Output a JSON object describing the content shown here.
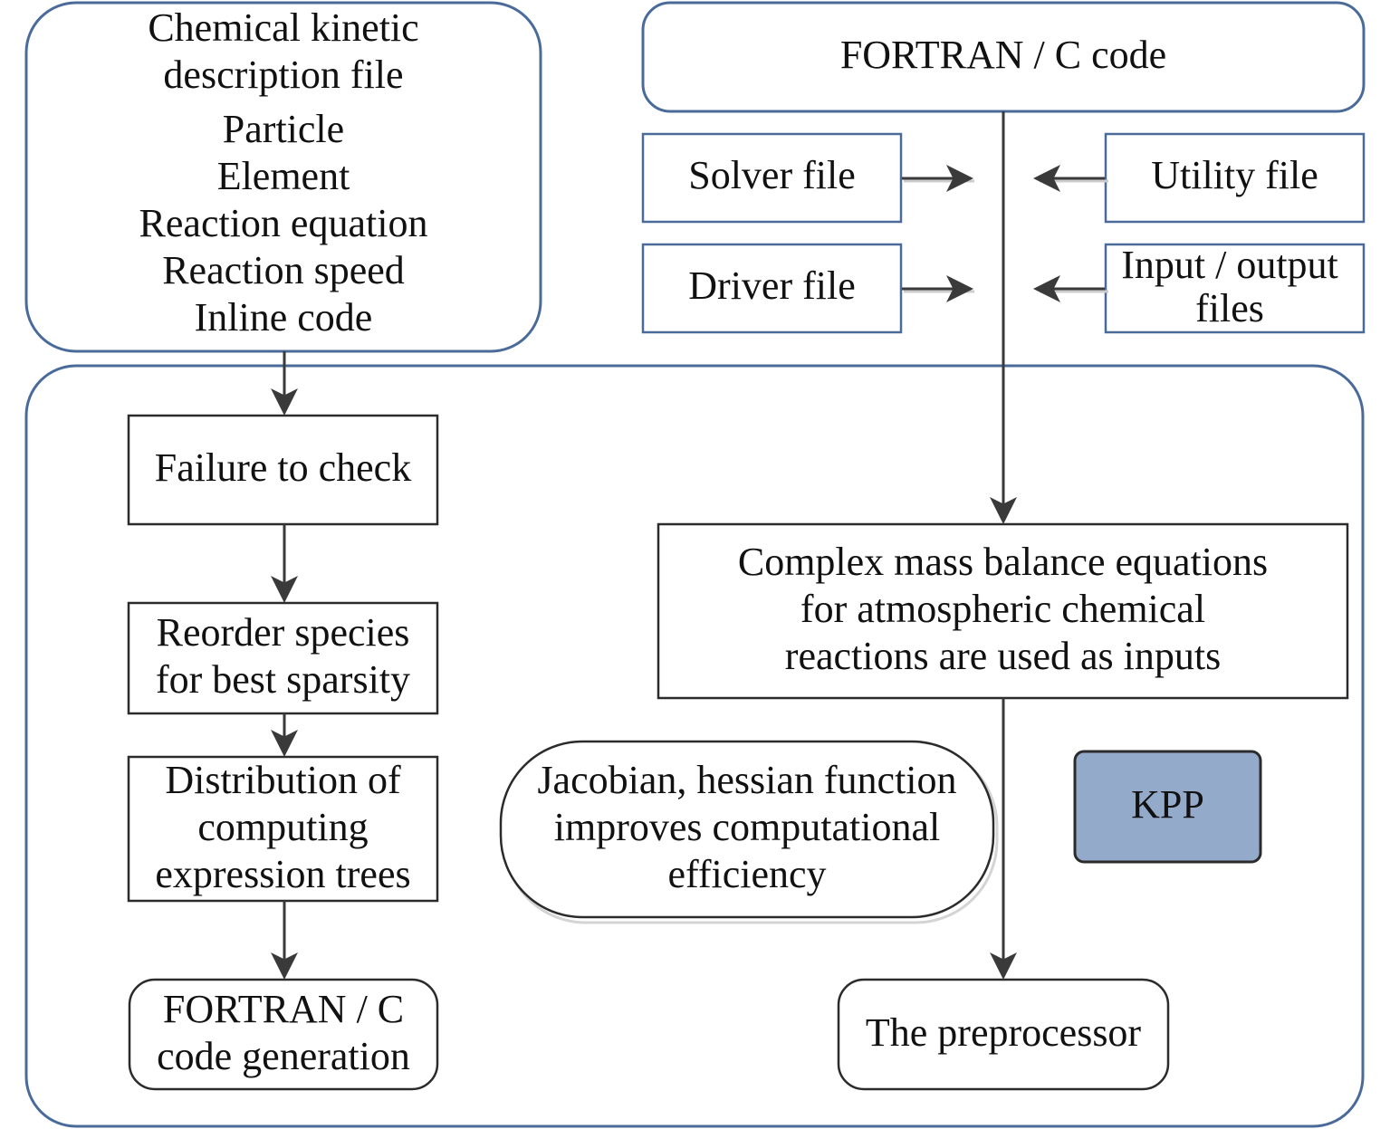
{
  "colors": {
    "container_stroke": "#4a6b9a",
    "box_stroke": "#2b2b2b",
    "arrow": "#3a3a3a",
    "kpp_fill": "#94aacb"
  },
  "kinetic_file": {
    "title_lines": [
      "Chemical kinetic",
      "description file"
    ],
    "items": [
      "Particle",
      "Element",
      "Reaction equation",
      "Reaction speed",
      "Inline code"
    ]
  },
  "fortran_code": {
    "label": "FORTRAN / C code"
  },
  "solver_file": {
    "label": "Solver file"
  },
  "utility_file": {
    "label": "Utility file"
  },
  "driver_file": {
    "label": "Driver file"
  },
  "io_files": {
    "lines": [
      "Input / output",
      "files"
    ]
  },
  "failure_check": {
    "label": "Failure to check"
  },
  "reorder_species": {
    "lines": [
      "Reorder species",
      "for best sparsity"
    ]
  },
  "distribution": {
    "lines": [
      "Distribution of",
      "computing",
      "expression trees"
    ]
  },
  "code_generation": {
    "lines": [
      "FORTRAN / C",
      "code generation"
    ]
  },
  "mass_balance": {
    "lines": [
      "Complex mass balance equations",
      "for atmospheric chemical",
      "reactions are used as inputs"
    ]
  },
  "jacobian": {
    "lines": [
      "Jacobian, hessian function",
      "improves computational",
      "efficiency"
    ]
  },
  "kpp": {
    "label": "KPP"
  },
  "preprocessor": {
    "label": "The preprocessor"
  }
}
